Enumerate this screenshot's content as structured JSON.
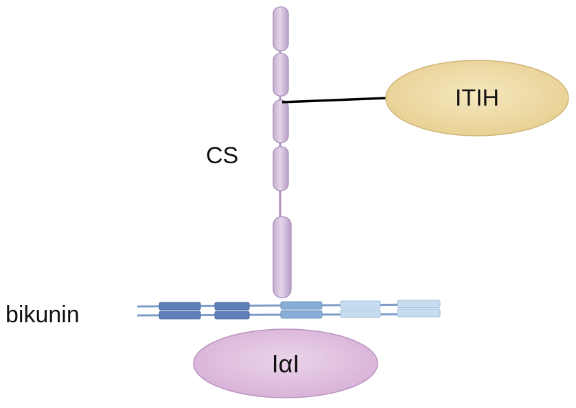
{
  "labels": {
    "cs": "CS",
    "itih": "ITIH",
    "bikunin": "bikunin",
    "iai": "IαI"
  },
  "colors": {
    "cs_fill": "#d8c7e0",
    "cs_stroke": "#a98fba",
    "itih_fill": "#eed9a5",
    "itih_stroke": "#cfb477",
    "iai_fill": "#dcb8dc",
    "iai_stroke": "#b994bf",
    "bikunin_dark": "#5f7fb8",
    "bikunin_mid": "#88aed6",
    "bikunin_light": "#c6dcef",
    "link": "#000000"
  }
}
